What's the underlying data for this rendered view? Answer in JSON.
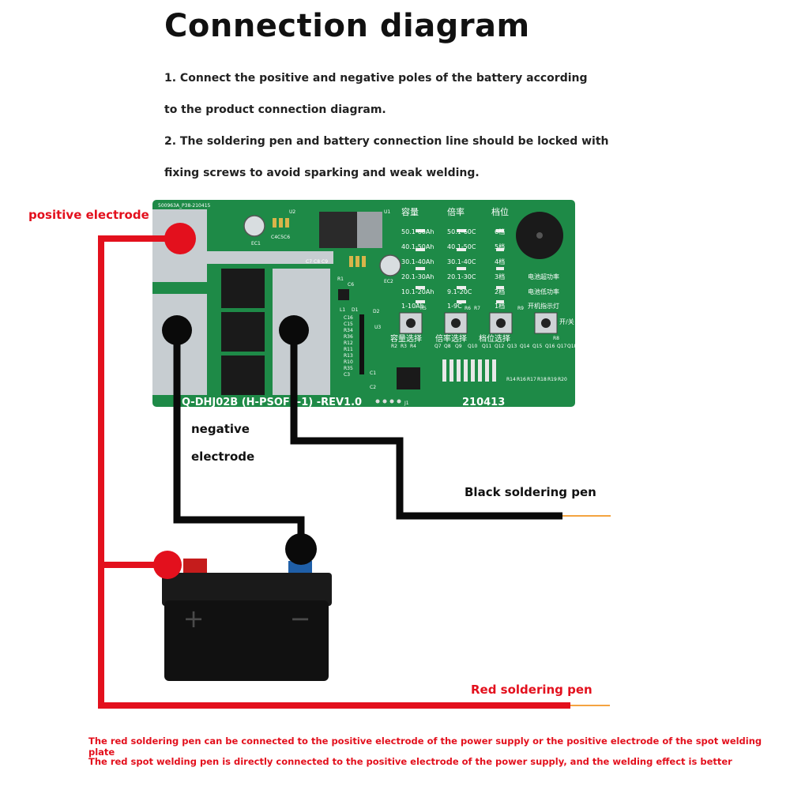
{
  "title": "Connection diagram",
  "steps": [
    "1. Connect the positive and negative poles of the battery according",
    "to the product connection diagram.",
    "2. The soldering pen and battery connection line should be locked with",
    "fixing screws to avoid sparking and weak welding."
  ],
  "labels": {
    "positive_electrode": "positive electrode",
    "negative_line1": "negative",
    "negative_line2": "electrode",
    "black_pen": "Black soldering pen",
    "red_pen": "Red soldering pen"
  },
  "board": {
    "top_id": "500963A_P38-210415",
    "model": "Q-DHJ02B (H-PSOF2-1) -REV1.0",
    "date_code": "210413",
    "headers": [
      "容量",
      "倍率",
      "档位"
    ],
    "capacity": [
      "50.1-60Ah",
      "40.1-50Ah",
      "30.1-40Ah",
      "20.1-30Ah",
      "10.1-20Ah",
      "1-10Ah"
    ],
    "rate": [
      "50.1-60C",
      "40.1-50C",
      "30.1-40C",
      "20.1-30C",
      "9.1-20C",
      "1-9C"
    ],
    "gear": [
      "6档",
      "5档",
      "4档",
      "3档",
      "2档",
      "1档"
    ],
    "indicators": [
      "电池超功率",
      "电池低功率",
      "开机指示灯"
    ],
    "switch": "开/关",
    "buttons": [
      "容量选择",
      "倍率选择",
      "档位选择"
    ],
    "refs": [
      "U2",
      "U1",
      "EC1",
      "EC2",
      "C4",
      "C5",
      "C6",
      "C7",
      "C8",
      "C9",
      "R1",
      "C6",
      "L1",
      "D1",
      "D2",
      "U3",
      "C16",
      "C15",
      "R34",
      "R36",
      "R12",
      "R11",
      "R13",
      "R10",
      "R35",
      "C3",
      "C1",
      "C2",
      "J1",
      "R8",
      "R14",
      "R16",
      "R17",
      "R18",
      "R19",
      "R20",
      "Q7",
      "Q8",
      "Q9",
      "Q10",
      "Q11",
      "Q12",
      "Q13",
      "Q14",
      "Q15",
      "Q16",
      "Q17",
      "Q18",
      "R2",
      "R3",
      "R4",
      "R5",
      "R6",
      "R7",
      "R9"
    ]
  },
  "battery": {
    "plus": "+",
    "minus": "−"
  },
  "notes": [
    "The red soldering pen can be connected to the positive electrode of the power supply or the positive electrode of the spot welding plate",
    "The red spot welding pen is directly connected to the positive electrode of the power supply, and the welding effect is better"
  ],
  "colors": {
    "pcb_green": "#1e8a47",
    "pad_gray": "#c7cdd1",
    "wire_red": "#e3101d",
    "wire_black": "#0a0a0a",
    "pen_tip": "#f4a340"
  }
}
